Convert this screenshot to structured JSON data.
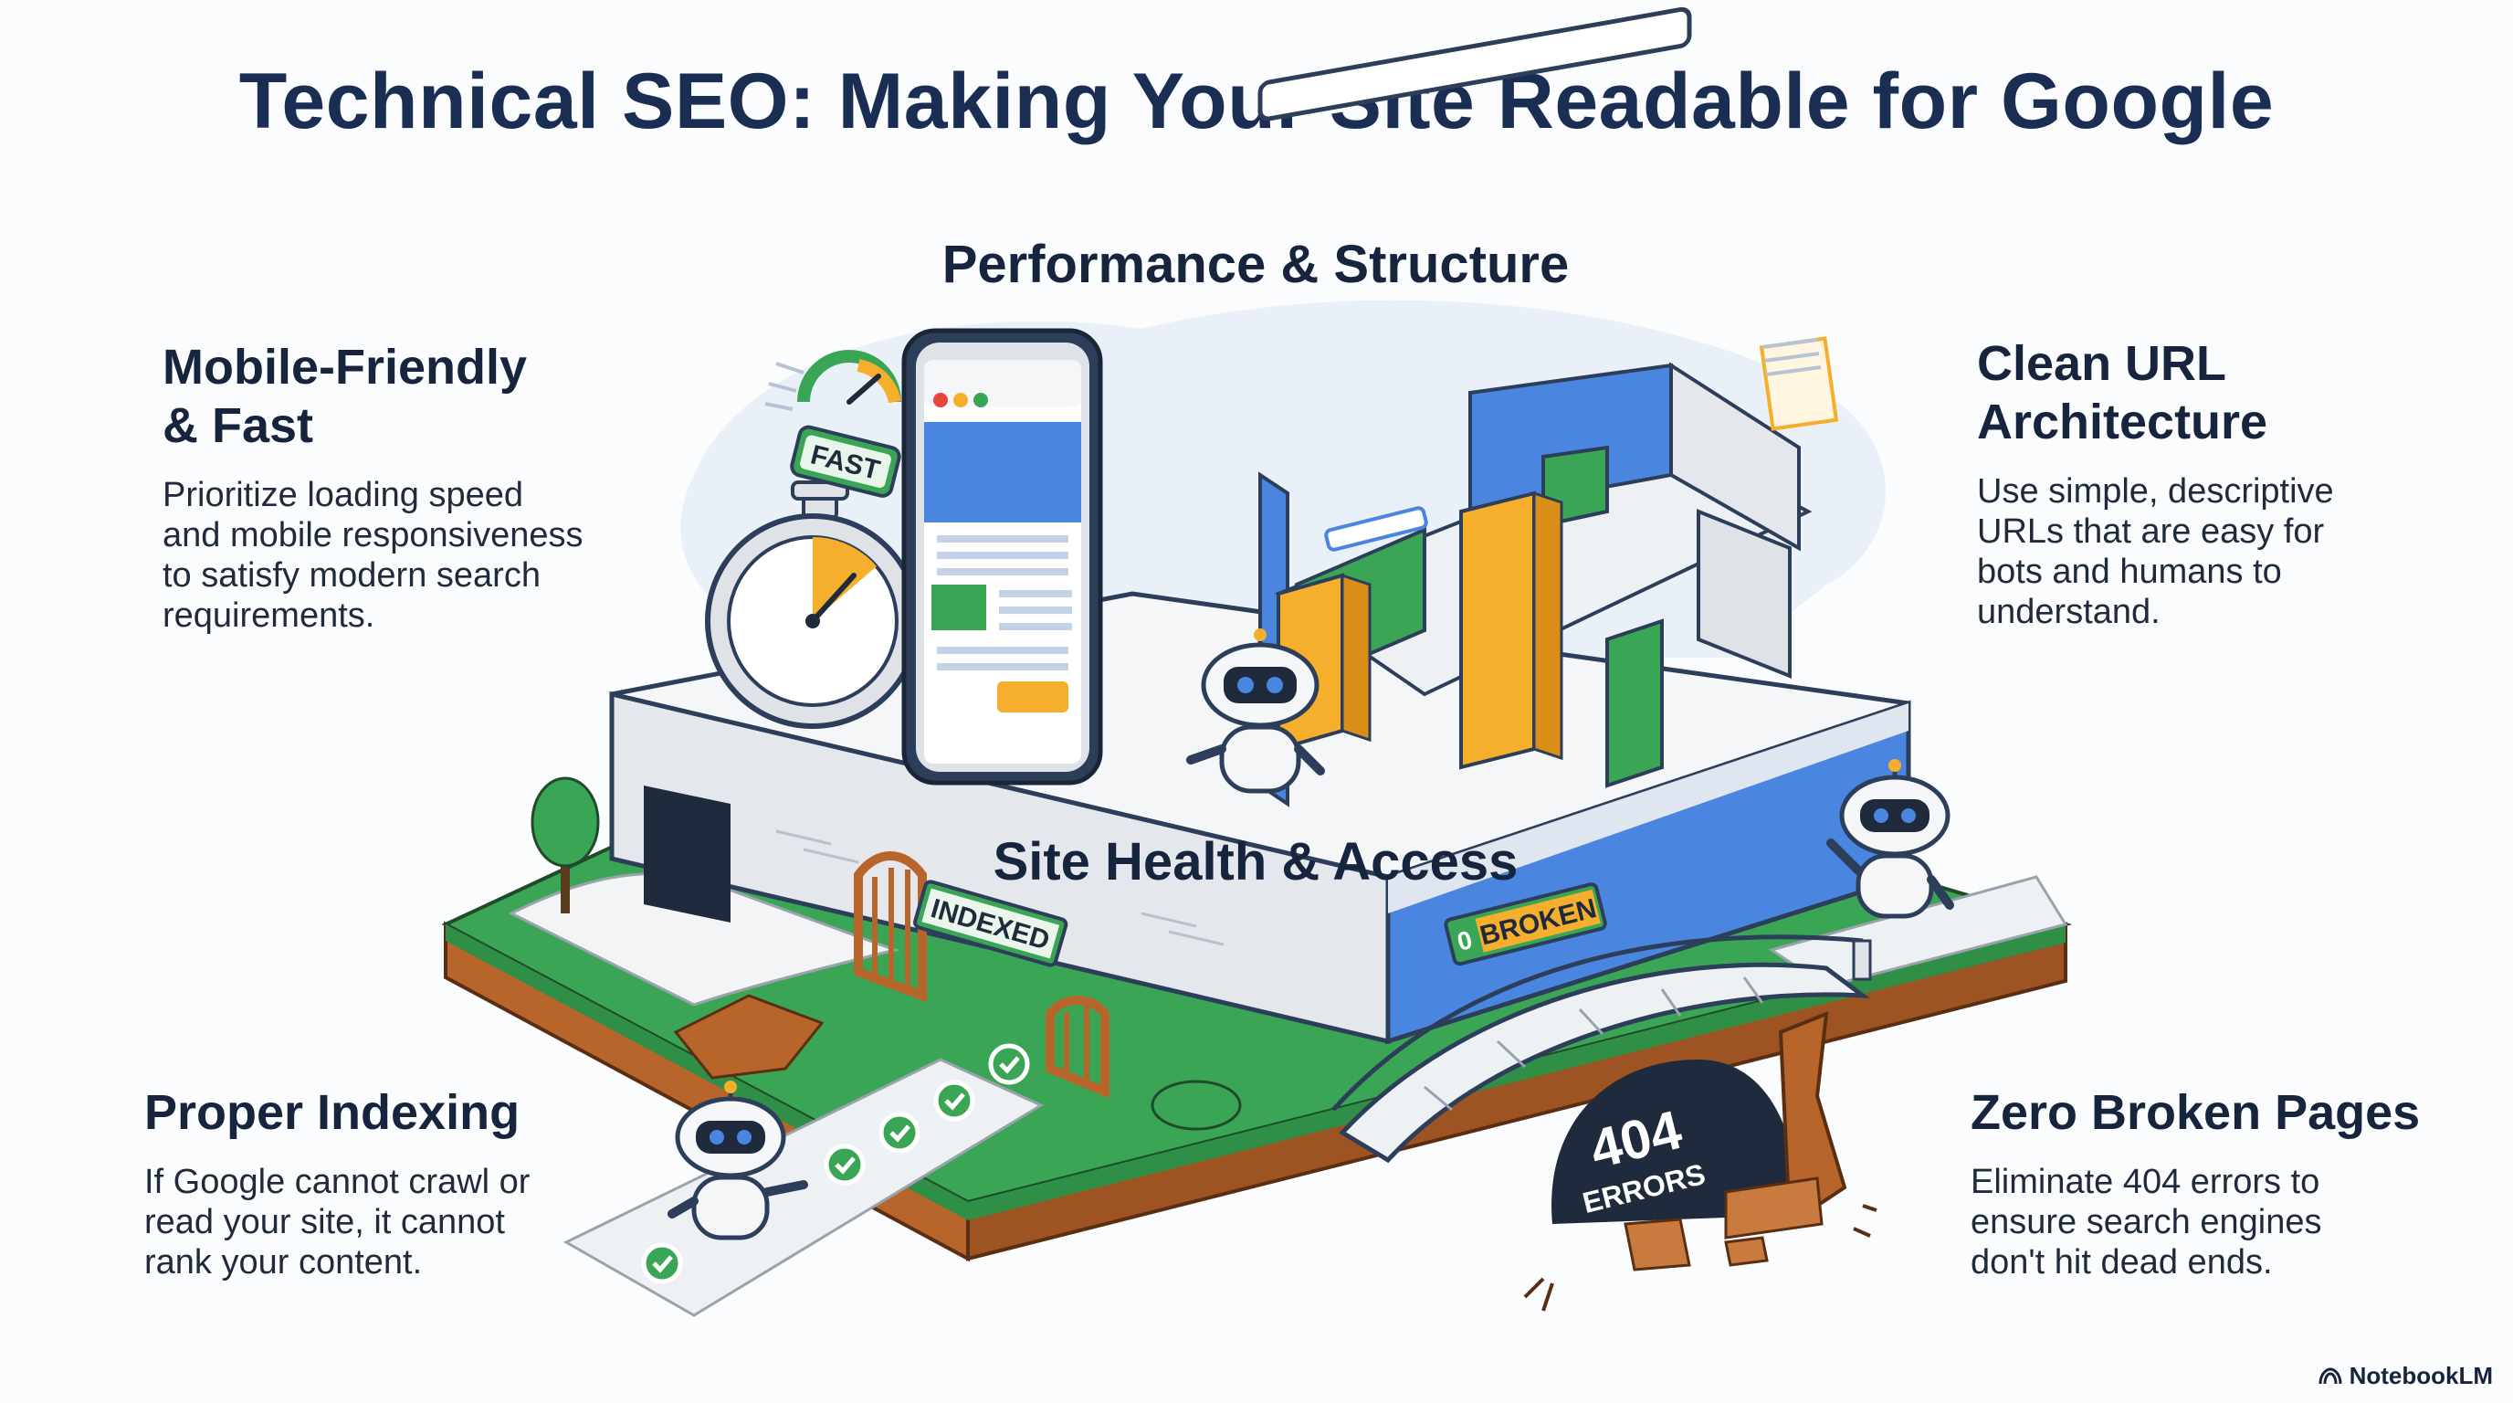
{
  "title": "Technical SEO: Making Your Site Readable for Google",
  "sections": {
    "top": "Performance & Structure",
    "middle": "Site Health & Access"
  },
  "panels": {
    "mobile": {
      "heading_line1": "Mobile-Friendly",
      "heading_line2": "& Fast",
      "body_lines": [
        "Prioritize loading speed",
        "and mobile responsiveness",
        "to satisfy modern search",
        "requirements."
      ]
    },
    "url": {
      "heading_line1": "Clean URL",
      "heading_line2": "Architecture",
      "body_lines": [
        "Use simple, descriptive",
        "URLs that are easy for",
        "bots and humans to",
        "understand."
      ]
    },
    "indexing": {
      "heading": "Proper Indexing",
      "body_lines": [
        "If Google cannot crawl or",
        "read your site, it cannot",
        "rank your content."
      ]
    },
    "broken": {
      "heading": "Zero Broken Pages",
      "body_lines": [
        "Eliminate 404 errors to",
        "ensure search engines",
        "don't hit dead ends."
      ]
    }
  },
  "illustration_labels": {
    "fast_tag": "FAST",
    "indexed_sign": "INDEXED",
    "broken_sign_count": "0",
    "broken_sign": "BROKEN",
    "error_code": "404",
    "error_word": "ERRORS"
  },
  "brand": "NotebookLM",
  "colors": {
    "blue": "#4a86e0",
    "green": "#34a853",
    "yellow": "#f6ae2d",
    "red": "#e8453c",
    "navy": "#1a2d52",
    "soil": "#b5652b",
    "grass": "#3aa655"
  }
}
